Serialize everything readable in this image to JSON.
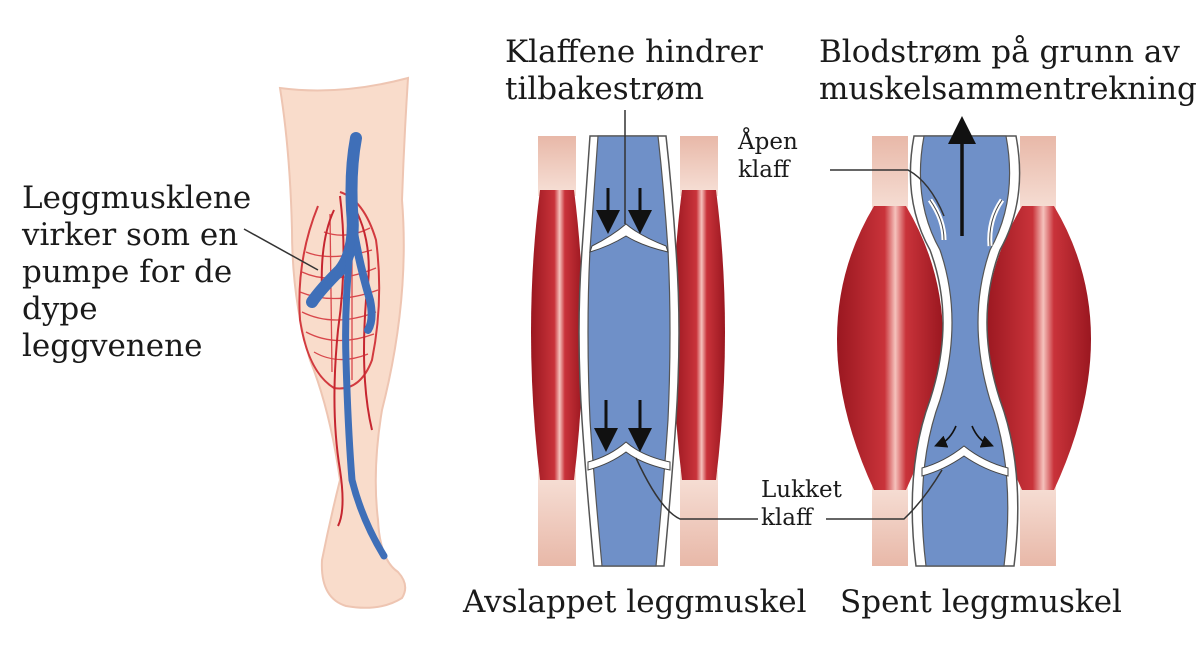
{
  "labels": {
    "calf_muscles": [
      "Leggmusklene",
      "virker som en",
      "pumpe for de",
      "dype",
      "leggvenene"
    ],
    "valves_prevent": [
      "Klaffene hindrer",
      "tilbakestrøm"
    ],
    "blood_flow": [
      "Blodstrøm på grunn av",
      "muskelsammentrekning"
    ],
    "open_valve": [
      "Åpen",
      "klaff"
    ],
    "closed_valve": [
      "Lukket",
      "klaff"
    ],
    "relaxed": "Avslappet leggmuskel",
    "tense": "Spent leggmuskel"
  },
  "colors": {
    "skin": "#f8d9c8",
    "skin_outline": "#ecc2ae",
    "muscle": "#b8202a",
    "muscle_light": "#f4a7a0",
    "vein": "#6f90c8",
    "vein_deep": "#3f6fb8",
    "artery": "#c62630",
    "tendon": "#f5dcd2"
  }
}
